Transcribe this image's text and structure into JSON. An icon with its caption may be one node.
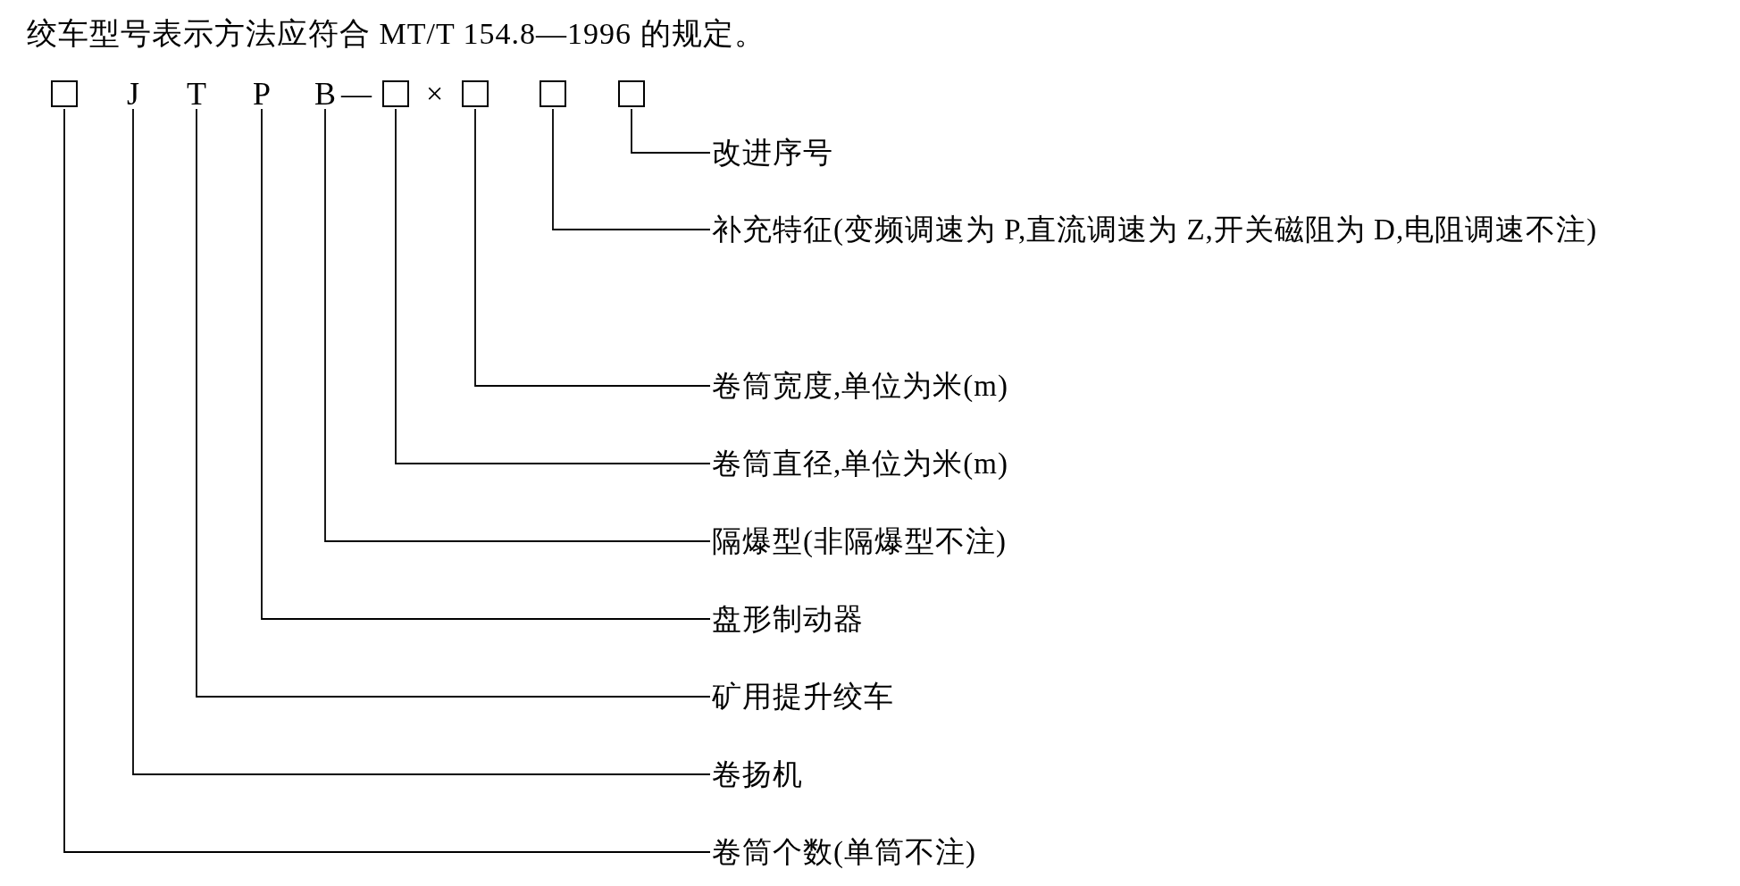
{
  "diagram": {
    "title": "绞车型号表示方法应符合 MT/T 154.8—1996 的规定。",
    "nodes": [
      {
        "text": [],
        "shape": "box"
      },
      {
        "text": [
          "J"
        ]
      },
      {
        "text": [
          "T"
        ]
      },
      {
        "text": [
          "P"
        ]
      },
      {
        "text": [
          "B"
        ]
      },
      {
        "text": [],
        "shape": "box"
      },
      {
        "text": [],
        "shape": "box"
      },
      {
        "text": [],
        "shape": "box"
      },
      {
        "text": [],
        "shape": "box"
      },
      {
        "text": [
          "改进序号"
        ]
      },
      {
        "text": [
          "补充特征(变频调速为 P,直流调速为 Z,开关磁阻为 D,电阻调速不注)"
        ]
      },
      {
        "text": [
          "卷筒宽度,单位为米(m)"
        ]
      },
      {
        "text": [
          "卷筒直径,单位为米(m)"
        ]
      },
      {
        "text": [
          "隔爆型(非隔爆型不注)"
        ]
      },
      {
        "text": [
          "盘形制动器"
        ]
      },
      {
        "text": [
          "矿用提升绞车"
        ]
      },
      {
        "text": [
          "卷扬机"
        ]
      },
      {
        "text": [
          "卷筒个数(单筒不注)"
        ]
      }
    ],
    "edges": [
      {
        "from": 8,
        "to": 9,
        "arrow": "none"
      },
      {
        "from": 7,
        "to": 10,
        "arrow": "none"
      },
      {
        "from": 6,
        "to": 11,
        "arrow": "none"
      },
      {
        "from": 5,
        "to": 12,
        "arrow": "none"
      },
      {
        "from": 4,
        "to": 13,
        "arrow": "none"
      },
      {
        "from": 3,
        "to": 14,
        "arrow": "none"
      },
      {
        "from": 2,
        "to": 15,
        "arrow": "none"
      },
      {
        "from": 1,
        "to": 16,
        "arrow": "none"
      },
      {
        "from": 0,
        "to": 17,
        "arrow": "none"
      }
    ],
    "labels": [
      "—",
      "×"
    ]
  }
}
